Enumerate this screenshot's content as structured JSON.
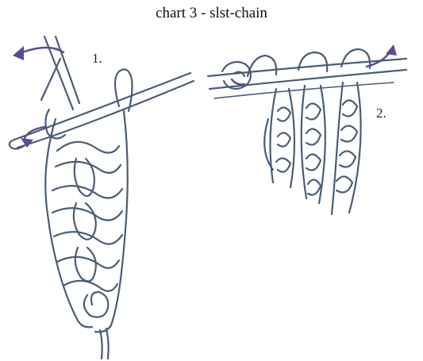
{
  "title": "chart 3 - slst-chain",
  "steps": [
    {
      "label": "1."
    },
    {
      "label": "2."
    }
  ],
  "colors": {
    "yarn": "#4a5d78",
    "arrow": "#5a4a9a",
    "background": "#ffffff"
  }
}
